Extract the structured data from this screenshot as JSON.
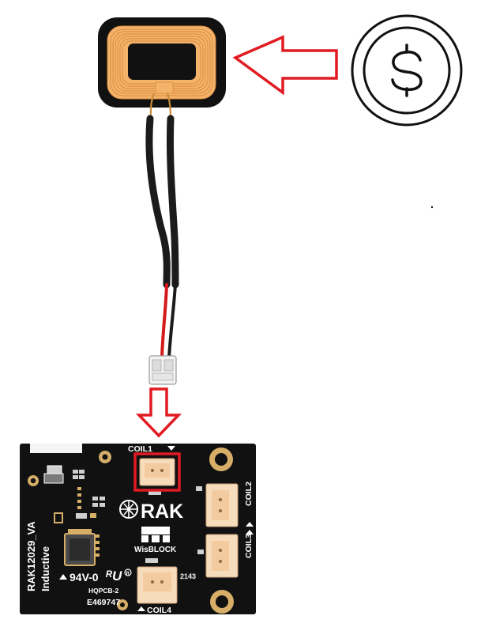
{
  "board": {
    "model": "RAK12029_VA",
    "type_label": "Inductive",
    "rating": "94V-0",
    "manufacturer": "HQPCB-2",
    "cert_number": "E469747",
    "brand": "RAK",
    "sub_brand": "WisBLOCK",
    "connectors": [
      "COIL1",
      "COIL2",
      "COIL3",
      "COIL4"
    ],
    "serial_mark": "2143"
  },
  "icons": {
    "coin": "dollar-coin-icon",
    "arrow_left": "red-arrow-left-icon",
    "arrow_down": "red-arrow-down-icon"
  },
  "colors": {
    "pcb": "#111111",
    "copper_coil": "#f3b16a",
    "highlight": "#e11b22",
    "connector": "#f7dcbc",
    "wire_red": "#d41a1a",
    "wire_black": "#1b1b1b",
    "pad_gold": "#d7ae68"
  }
}
